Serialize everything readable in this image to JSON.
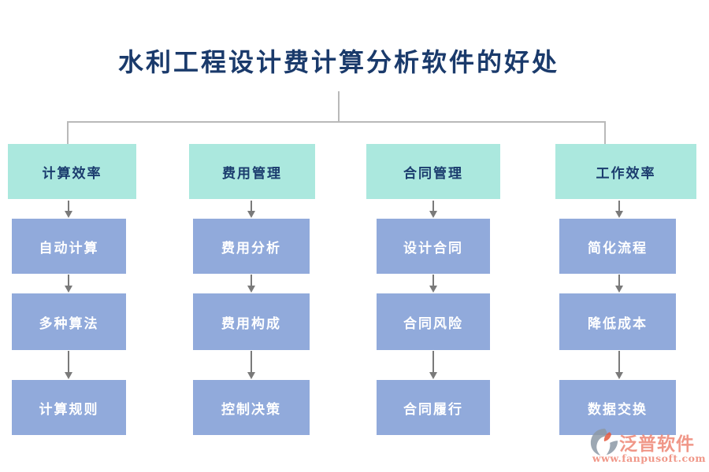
{
  "title": "水利工程设计费计算分析软件的好处",
  "columns": [
    {
      "header": "计算效率",
      "items": [
        "自动计算",
        "多种算法",
        "计算规则"
      ]
    },
    {
      "header": "费用管理",
      "items": [
        "费用分析",
        "费用构成",
        "控制决策"
      ]
    },
    {
      "header": "合同管理",
      "items": [
        "设计合同",
        "合同风险",
        "合同履行"
      ]
    },
    {
      "header": "工作效率",
      "items": [
        "简化流程",
        "降低成本",
        "数据交换"
      ]
    }
  ],
  "watermark": {
    "brand": "泛普软件",
    "url": "www.fanpusoft.com"
  },
  "colors": {
    "title_text": "#1a3a6b",
    "header_fill": "#abe8de",
    "header_text": "#1b3c6e",
    "item_fill": "#91aadb",
    "item_text": "#ffffff",
    "arrow": "#7a7a7a",
    "connector_line": "#b9b9b9",
    "watermark_text": "#ee8574",
    "watermark_icon_gray": "#8d99a6",
    "watermark_icon_orange": "#e4593d"
  }
}
